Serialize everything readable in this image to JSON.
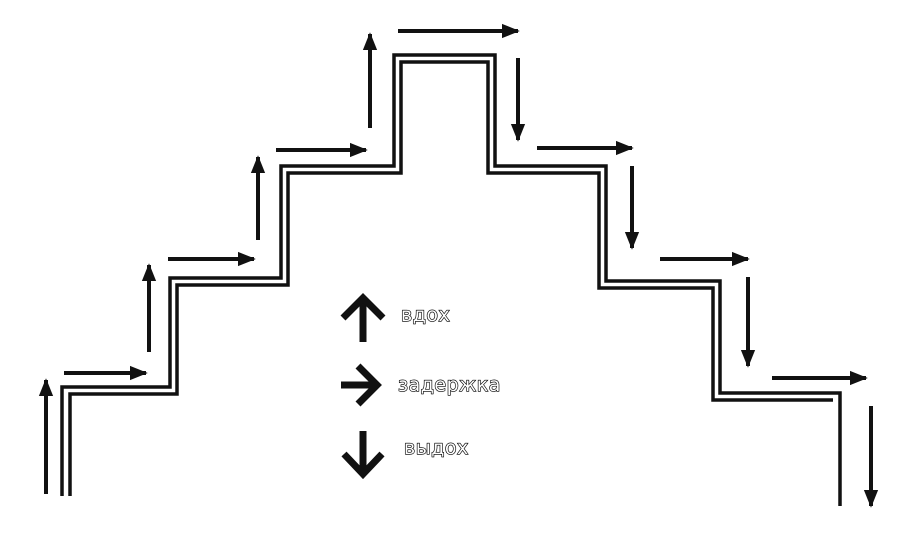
{
  "legend": {
    "inhale": "вдох",
    "hold": "задержка",
    "exhale": "выдох"
  },
  "colors": {
    "ink": "#111111",
    "background": "#ffffff"
  },
  "icons": {
    "inhale": "arrow-up-icon",
    "hold": "arrow-right-icon",
    "exhale": "arrow-down-icon"
  }
}
